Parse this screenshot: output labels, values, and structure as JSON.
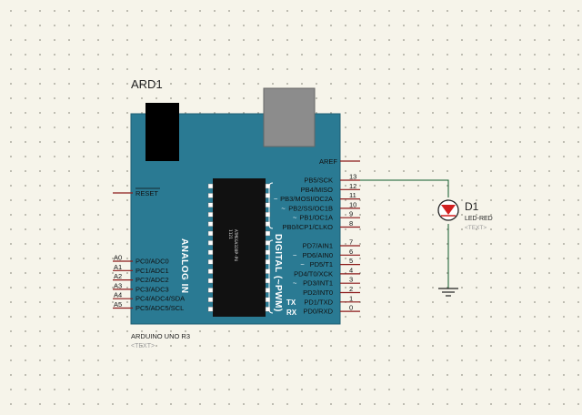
{
  "component": {
    "ref": "ARD1",
    "model": "ARDUINO UNO R3",
    "text_placeholder": "<TEXT>",
    "chip_label": "ATMEGA328P-PU\n1121",
    "board_color": "#2a7a93",
    "sections": {
      "analog": "ANALOG IN",
      "digital": "DIGITAL (~PWM)"
    },
    "tx_label": "TX",
    "rx_label": "RX"
  },
  "reset_pin": {
    "label": "RESET"
  },
  "analog_pins": [
    {
      "num": "A0",
      "label": "PC0/ADC0"
    },
    {
      "num": "A1",
      "label": "PC1/ADC1"
    },
    {
      "num": "A2",
      "label": "PC2/ADC2"
    },
    {
      "num": "A3",
      "label": "PC3/ADC3"
    },
    {
      "num": "A4",
      "label": "PC4/ADC4/SDA"
    },
    {
      "num": "A5",
      "label": "PC5/ADC5/SCL"
    }
  ],
  "aref_pin": {
    "label": "AREF"
  },
  "digital_pins_high": [
    {
      "num": "13",
      "label": "PB5/SCK",
      "pwm": false
    },
    {
      "num": "12",
      "label": "PB4/MISO",
      "pwm": false
    },
    {
      "num": "11",
      "label": "PB3/MOSI/OC2A",
      "pwm": true
    },
    {
      "num": "10",
      "label": "PB2/SS/OC1B",
      "pwm": true
    },
    {
      "num": "9",
      "label": "PB1/OC1A",
      "pwm": true
    },
    {
      "num": "8",
      "label": "PB0/ICP1/CLKO",
      "pwm": false
    }
  ],
  "digital_pins_low": [
    {
      "num": "7",
      "label": "PD7/AIN1",
      "pwm": false
    },
    {
      "num": "6",
      "label": "PD6/AIN0",
      "pwm": true
    },
    {
      "num": "5",
      "label": "PD5/T1",
      "pwm": true
    },
    {
      "num": "4",
      "label": "PD4/T0/XCK",
      "pwm": false
    },
    {
      "num": "3",
      "label": "PD3/INT1",
      "pwm": true
    },
    {
      "num": "2",
      "label": "PD2/INT0",
      "pwm": false
    },
    {
      "num": "1",
      "label": "PD1/TXD",
      "pwm": false
    },
    {
      "num": "0",
      "label": "PD0/RXD",
      "pwm": false
    }
  ],
  "pwm_marker": "~",
  "led": {
    "ref": "D1",
    "model": "LED-RED",
    "text_placeholder": "<TEXT>",
    "color": "#d12020"
  },
  "colors": {
    "board": "#2a7a93",
    "board_stroke": "#1e5e73",
    "pin": "#8b1a1a",
    "wire": "#0f5a2a",
    "text": "#222222",
    "placeholder": "#9a9a9a",
    "chip": "#111111",
    "usb": "#8c8c8c"
  }
}
